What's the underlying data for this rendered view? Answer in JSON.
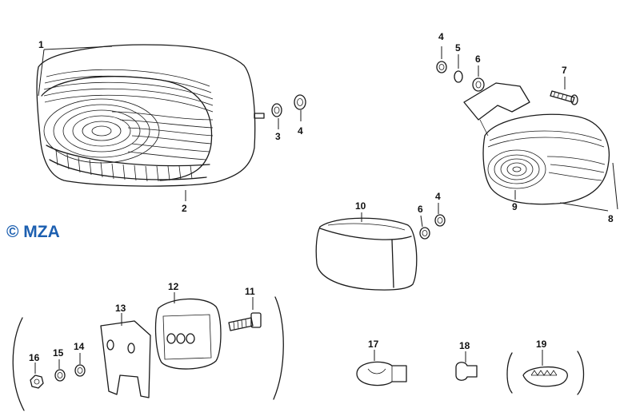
{
  "watermark": "© MZA",
  "callouts": {
    "c1": "1",
    "c2": "2",
    "c3": "3",
    "c4a": "4",
    "c4b": "4",
    "c5": "5",
    "c6a": "6",
    "c7": "7",
    "c8": "8",
    "c9": "9",
    "c10": "10",
    "c4c": "4",
    "c6b": "6",
    "c11": "11",
    "c12": "12",
    "c13": "13",
    "c14": "14",
    "c15": "15",
    "c16": "16",
    "c17": "17",
    "c18": "18",
    "c19": "19"
  },
  "icons": {
    "tail_lamp": "tail-lamp-icon",
    "small_lamp": "small-tail-lamp-icon",
    "reflector": "reflector-box-icon",
    "bracket": "mounting-plate-icon",
    "bulb": "bulb-icon"
  },
  "colors": {
    "line": "#1a1a1a",
    "watermark": "#1c5fb0",
    "background": "#ffffff"
  }
}
